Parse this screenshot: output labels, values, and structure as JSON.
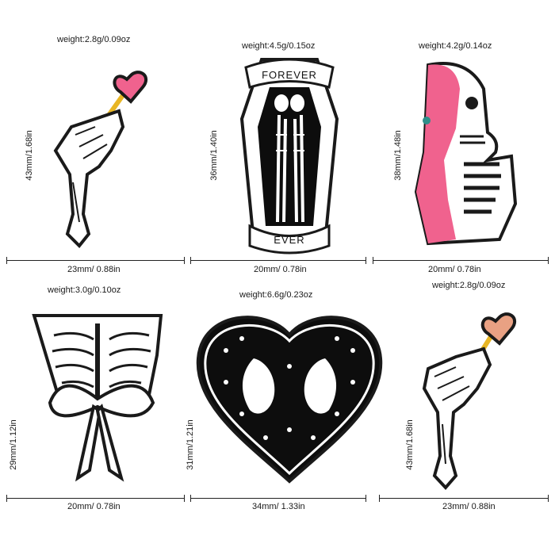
{
  "pins": [
    {
      "name": "skeleton-hand-pink-heart-lollipop",
      "weight": "weight:2.8g/0.09oz",
      "height": "43mm/1.68in",
      "width": "23mm/ 0.88in"
    },
    {
      "name": "forever-ever-coffin",
      "weight": "weight:4.5g/0.15oz",
      "height": "36mm/1.40in",
      "width": "20mm/ 0.78in",
      "banner_top": "FOREVER",
      "banner_bottom": "EVER"
    },
    {
      "name": "half-skull-pink-melting",
      "weight": "weight:4.2g/0.14oz",
      "height": "38mm/1.48in",
      "width": "20mm/ 0.78in"
    },
    {
      "name": "ribcage-bow",
      "weight": "weight:3.0g/0.10oz",
      "height": "29mm/1.12in",
      "width": "20mm/ 0.78in"
    },
    {
      "name": "heart-skulls-stars",
      "weight": "weight:6.6g/0.23oz",
      "height": "31mm/1.21in",
      "width": "34mm/ 1.33in"
    },
    {
      "name": "skeleton-hand-peach-heart-lollipop",
      "weight": "weight:2.8g/0.09oz",
      "height": "43mm/1.68in",
      "width": "23mm/ 0.88in"
    }
  ],
  "colors": {
    "pink": "#f0628e",
    "peach": "#e9a183",
    "outline": "#1a1a1a",
    "white": "#ffffff",
    "black": "#0d0d0d",
    "gold": "#e8b624",
    "teal": "#2f8f8a"
  }
}
